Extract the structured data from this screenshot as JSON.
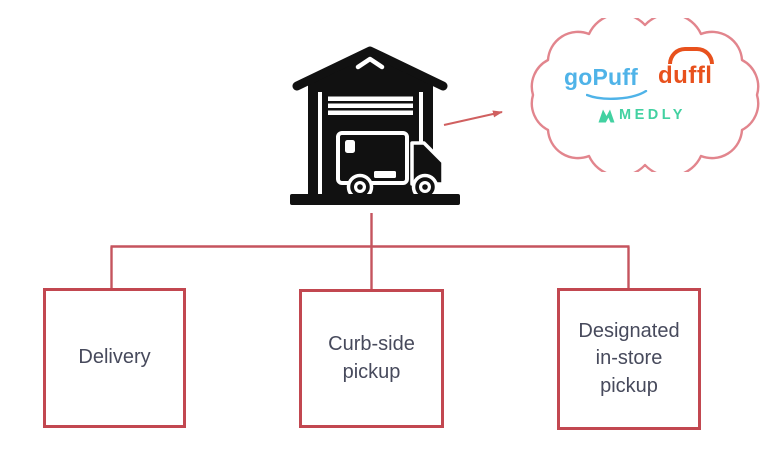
{
  "canvas": {
    "background": "#ffffff"
  },
  "warehouse": {
    "icon": "warehouse-with-delivery-truck",
    "color": "#111111"
  },
  "arrow": {
    "color": "#d06060",
    "direction": "to-cloud"
  },
  "cloud": {
    "outline_color": "#e2858d",
    "logos": [
      {
        "name": "goPuff",
        "color": "#4fb3e8"
      },
      {
        "name": "duffl",
        "color": "#e8511d"
      },
      {
        "name": "MEDLY",
        "color": "#42d1a1"
      }
    ]
  },
  "tree": {
    "line_color": "#c5545e",
    "box_border_color": "#c24750",
    "box_text_color": "#474a5c",
    "boxes": [
      {
        "label": "Delivery"
      },
      {
        "label": "Curb-side pickup"
      },
      {
        "label": "Designated in-store pickup"
      }
    ]
  }
}
